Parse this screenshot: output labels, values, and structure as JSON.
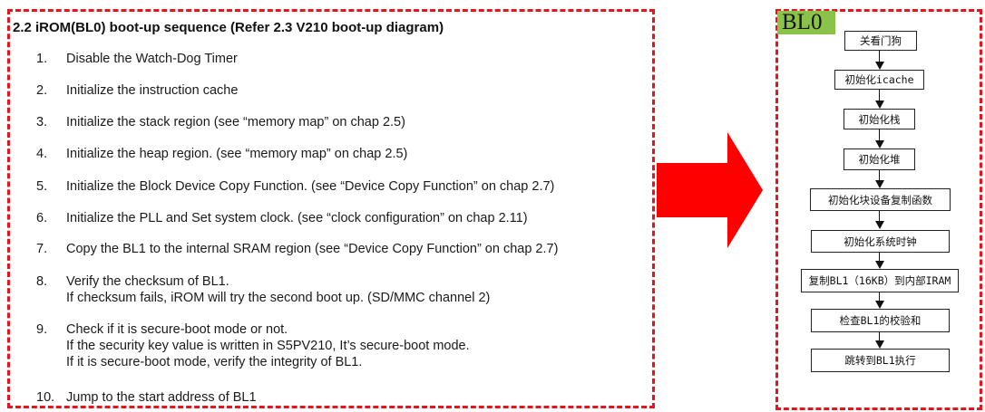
{
  "colors": {
    "dashed_border": "#e8141b",
    "arrow": "#ff0000",
    "tag_bg": "#8bc34a"
  },
  "spec": {
    "heading": "2.2 iROM(BL0) boot-up sequence (Refer 2.3 V210 boot-up diagram)",
    "steps": [
      {
        "num": "1.",
        "lines": [
          "Disable the Watch-Dog Timer"
        ]
      },
      {
        "num": "2.",
        "lines": [
          "Initialize the instruction cache"
        ]
      },
      {
        "num": "3.",
        "lines": [
          "Initialize the stack region (see “memory map” on chap 2.5)"
        ]
      },
      {
        "num": "4.",
        "lines": [
          "Initialize the heap region. (see “memory map” on chap 2.5)"
        ]
      },
      {
        "num": "5.",
        "lines": [
          "Initialize the Block Device Copy Function. (see “Device Copy Function” on chap 2.7)"
        ]
      },
      {
        "num": "6.",
        "lines": [
          "Initialize the PLL and Set system clock. (see “clock configuration” on chap 2.11)"
        ]
      },
      {
        "num": "7.",
        "lines": [
          "Copy the BL1 to the internal SRAM region (see “Device Copy Function” on chap 2.7)"
        ]
      },
      {
        "num": "8.",
        "lines": [
          "Verify the checksum of BL1.",
          "If checksum fails, iROM will try the second boot up. (SD/MMC channel 2)"
        ]
      },
      {
        "num": "9.",
        "lines": [
          "Check if it is secure-boot mode or not.",
          "If the security key value is written in S5PV210, It’s secure-boot mode.",
          "If it is secure-boot mode, verify the integrity of BL1."
        ]
      },
      {
        "num": "10.",
        "lines": [
          "Jump to the start address of BL1"
        ]
      }
    ]
  },
  "flow": {
    "title": "BL0",
    "boxes": [
      "关看门狗",
      "初始化icache",
      "初始化栈",
      "初始化堆",
      "初始化块设备复制函数",
      "初始化系统时钟",
      "复制BL1（16KB）到内部IRAM",
      "检查BL1的校验和",
      "跳转到BL1执行"
    ]
  }
}
